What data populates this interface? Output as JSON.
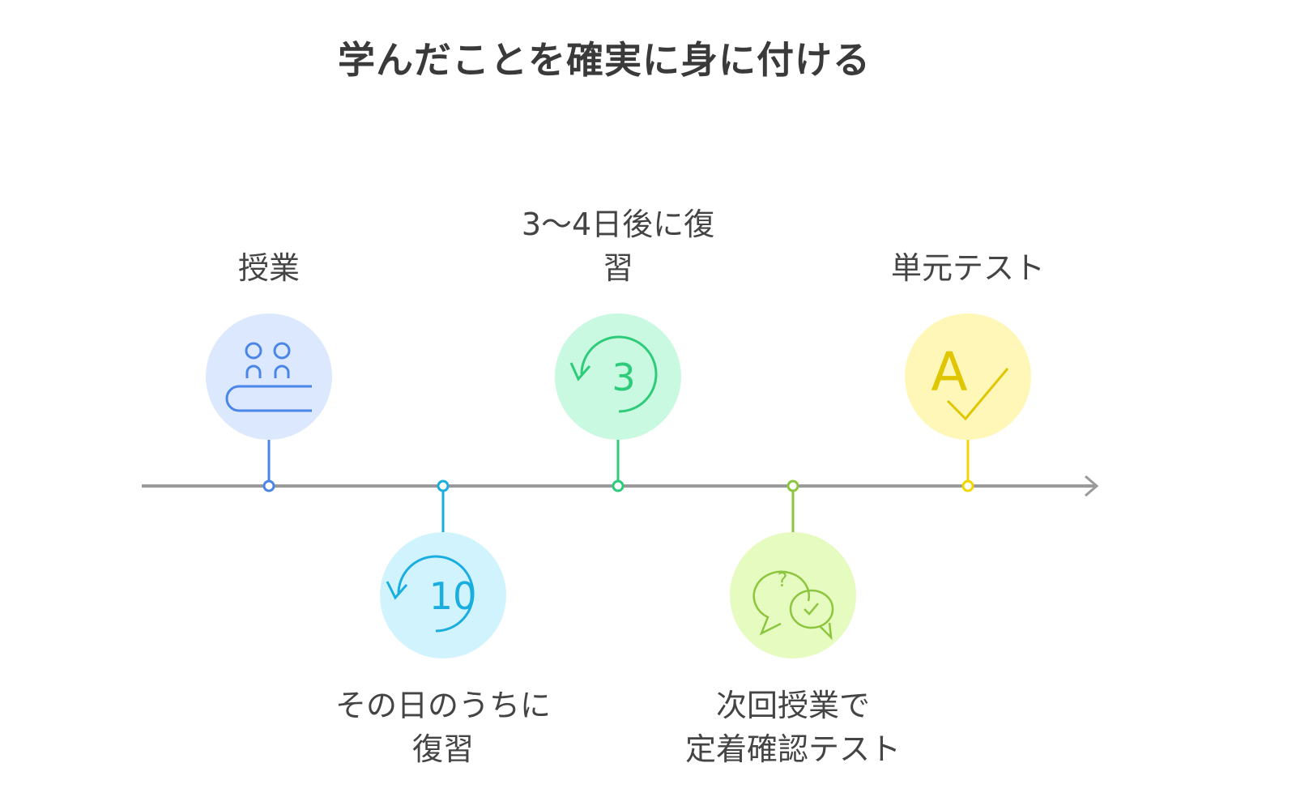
{
  "title": "学んだことを確実に身に付ける",
  "colors": {
    "axis": "#9a9a9a",
    "text": "#444444"
  },
  "steps": [
    {
      "label_lines": [
        "授業"
      ],
      "position": "top",
      "icon": "classroom-icon",
      "color": "#4a86e8",
      "bg": "#dce8fd"
    },
    {
      "label_lines": [
        "その日のうちに",
        "復習"
      ],
      "position": "bottom",
      "icon": "rewind-10-icon",
      "color": "#1aaee0",
      "bg": "#d0f3fd"
    },
    {
      "label_lines": [
        "3〜4日後に復",
        "習"
      ],
      "position": "top",
      "icon": "rewind-3-icon",
      "color": "#2ecc7a",
      "bg": "#c9f9e0"
    },
    {
      "label_lines": [
        "次回授業で",
        "定着確認テスト"
      ],
      "position": "bottom",
      "icon": "question-answer-chat-icon",
      "color": "#8cc63f",
      "bg": "#e6fbc0"
    },
    {
      "label_lines": [
        "単元テスト"
      ],
      "position": "top",
      "icon": "spell-check-icon",
      "color": "#e6cc00",
      "bg": "#fff7b8"
    }
  ],
  "icon_text": {
    "rewind10": "10",
    "rewind3": "3",
    "question": "?",
    "letterA": "A"
  }
}
